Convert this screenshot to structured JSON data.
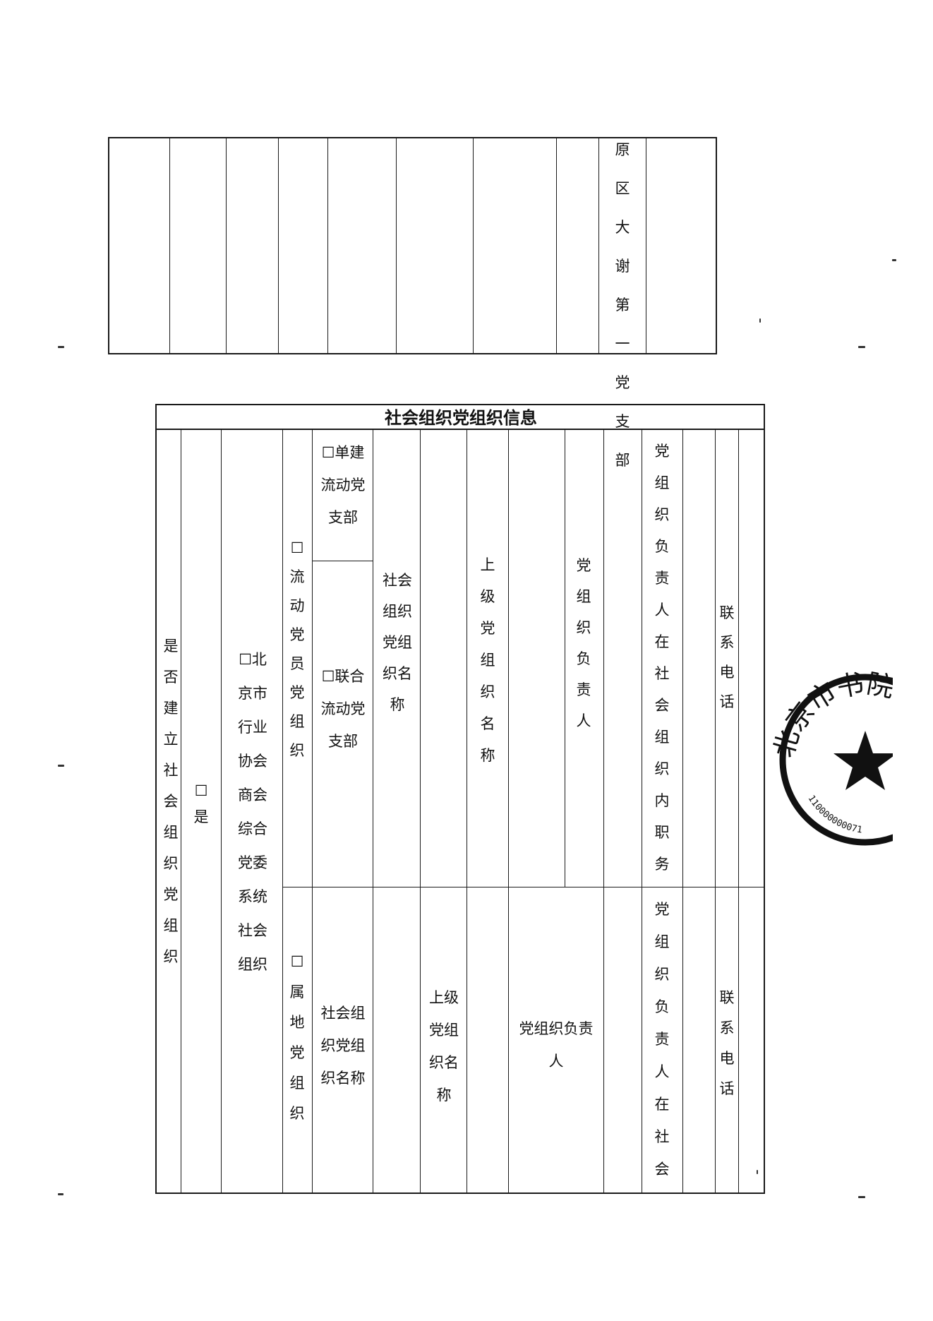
{
  "table1": {
    "col9_label": "原区大谢第一党支部"
  },
  "table2": {
    "title": "社会组织党组织信息",
    "col1": "是否建立社会组织党组织",
    "col2": "☐是",
    "col3": "☐北京市行业协会商会综合党委系统社会组织",
    "col4_top": "☐流动党员党组织",
    "col4_bottom": "☐属地党组织",
    "col5_top_a": "☐单建流动党支部",
    "col5_top_b": "☐联合流动党支部",
    "col5_bottom": "社会组织党组织名称",
    "col6_top": "社会组织党组织名称",
    "col8_top": "上级党组织名称",
    "col7_bottom": "上级党组织名称",
    "col10_top": "党组织负责人",
    "col9_bottom": "党组织负责人",
    "col12_top": "党组织负责人在社会组织内职务",
    "col12_bottom": "党组织负责人在社会",
    "col14_top": "联系电话",
    "col14_bottom": "联系电话"
  },
  "seal": {
    "text": "北京市书院中国文",
    "number": "110000000071"
  }
}
